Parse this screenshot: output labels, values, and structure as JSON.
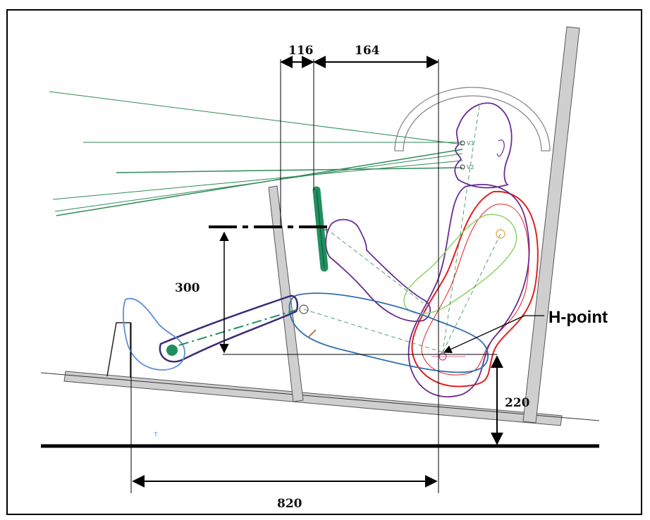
{
  "dimensions": {
    "d116": "116",
    "d164": "164",
    "d300": "300",
    "d220": "220",
    "d820": "820"
  },
  "labels": {
    "h_point": "H-point",
    "eye_upper": "V1",
    "eye_lower": "V2"
  },
  "colors": {
    "frame": "#000000",
    "sight_lines": "#2e8b57",
    "mannequin_outline": "#6a2c91",
    "seat_outline": "#e02020",
    "leg_outline": "#2f6fb0",
    "arm_outline": "#8fd36b",
    "steering_wheel": "#1f8f5f",
    "floor_bar": "#c8c8c8"
  }
}
